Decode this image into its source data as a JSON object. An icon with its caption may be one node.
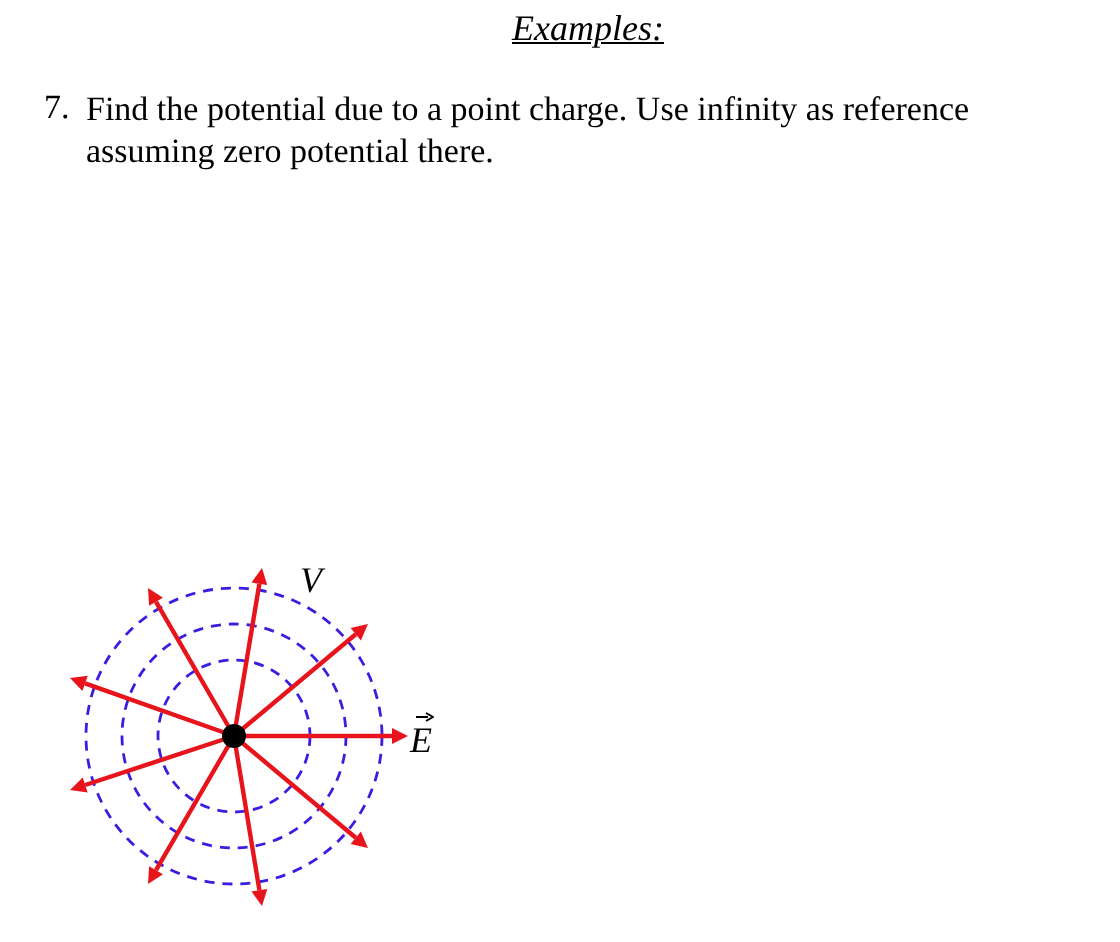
{
  "diagram": {
    "title": "Examples:",
    "labels": [
      "7.",
      "Find the potential due to a point charge. Use infinity as reference assuming zero potential there.",
      "V",
      "E"
    ]
  }
}
